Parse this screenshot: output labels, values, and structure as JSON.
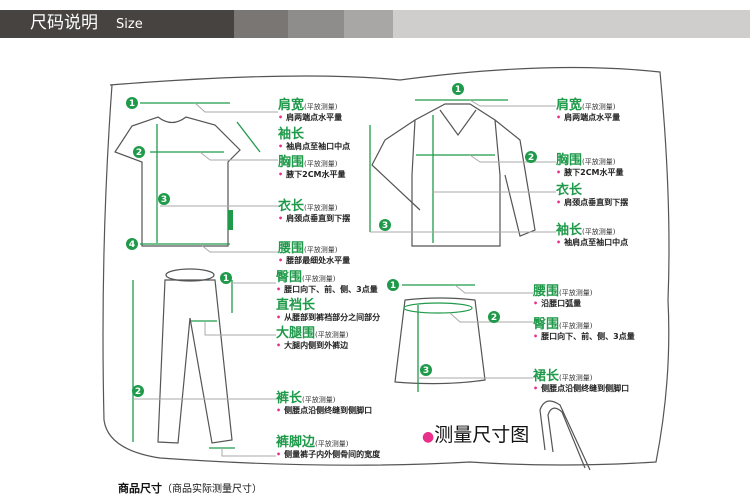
{
  "header": {
    "title": "尺码说明",
    "subtitle": "Size",
    "colors": [
      "#474341",
      "#7a7674",
      "#8f8d8b",
      "#a9a7a6",
      "#cfcecd"
    ]
  },
  "flat": "(平放测量)",
  "tshirt": [
    {
      "title": "肩宽",
      "flat": true,
      "note": "肩两端点水平量"
    },
    {
      "title": "袖长",
      "flat": false,
      "note": "袖肩点至袖口中点"
    },
    {
      "title": "胸围",
      "flat": true,
      "note": "腋下2CM水平量"
    },
    {
      "title": "衣长",
      "flat": true,
      "note": "肩颈点垂直到下摆"
    },
    {
      "title": "腰围",
      "flat": true,
      "note": "腰部最细处水平量"
    }
  ],
  "shirt": [
    {
      "title": "肩宽",
      "flat": true,
      "note": "肩两端点水平量"
    },
    {
      "title": "胸围",
      "flat": true,
      "note": "腋下2CM水平量"
    },
    {
      "title": "衣长",
      "flat": false,
      "note": "肩颈点垂直到下摆"
    },
    {
      "title": "袖长",
      "flat": true,
      "note": "袖肩点至袖口中点"
    }
  ],
  "pants": [
    {
      "title": "臀围",
      "flat": true,
      "note": "腰口向下、前、侧、3点量"
    },
    {
      "title": "直裆长",
      "flat": false,
      "note": "从腰部到裤裆部分之间部分"
    },
    {
      "title": "大腿围",
      "flat": true,
      "note": "大腿内侧到外裤边"
    },
    {
      "title": "裤长",
      "flat": true,
      "note": "侧腰点沿侧终缝到侧脚口"
    },
    {
      "title": "裤脚边",
      "flat": true,
      "note": "侧量裤子内外侧骨间的宽度"
    }
  ],
  "skirt": [
    {
      "title": "腰围",
      "flat": true,
      "note": "沿腰口弧量"
    },
    {
      "title": "臀围",
      "flat": true,
      "note": "腰口向下、前、侧、3点量"
    },
    {
      "title": "裙长",
      "flat": true,
      "note": "侧腰点沿侧终缝到侧脚口"
    }
  ],
  "numbers": [
    "1",
    "2",
    "3",
    "4"
  ],
  "big_label": "测量尺寸图",
  "footer": {
    "title": "商品尺寸",
    "sub": "（商品实际测量尺寸）"
  },
  "accent": "#1f9a4a",
  "bullet": "#e8308a"
}
